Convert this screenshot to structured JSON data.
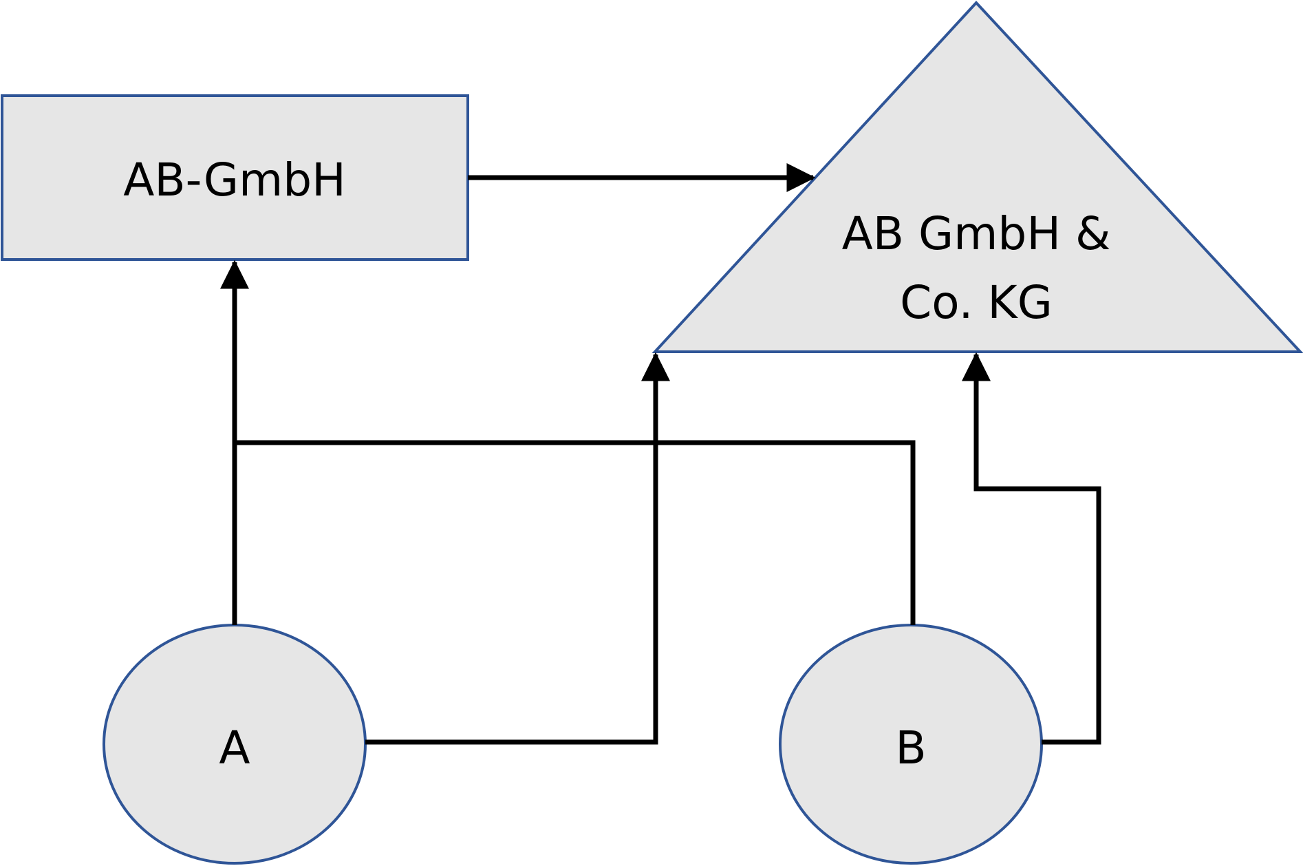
{
  "colors": {
    "node_fill": "#e6e6e6",
    "node_stroke": "#2f5597",
    "connector": "#000000"
  },
  "nodes": {
    "gmbh": {
      "label": "AB-GmbH"
    },
    "kg": {
      "label_line1": "AB GmbH &",
      "label_line2": "Co. KG"
    },
    "a": {
      "label": "A"
    },
    "b": {
      "label": "B"
    }
  }
}
